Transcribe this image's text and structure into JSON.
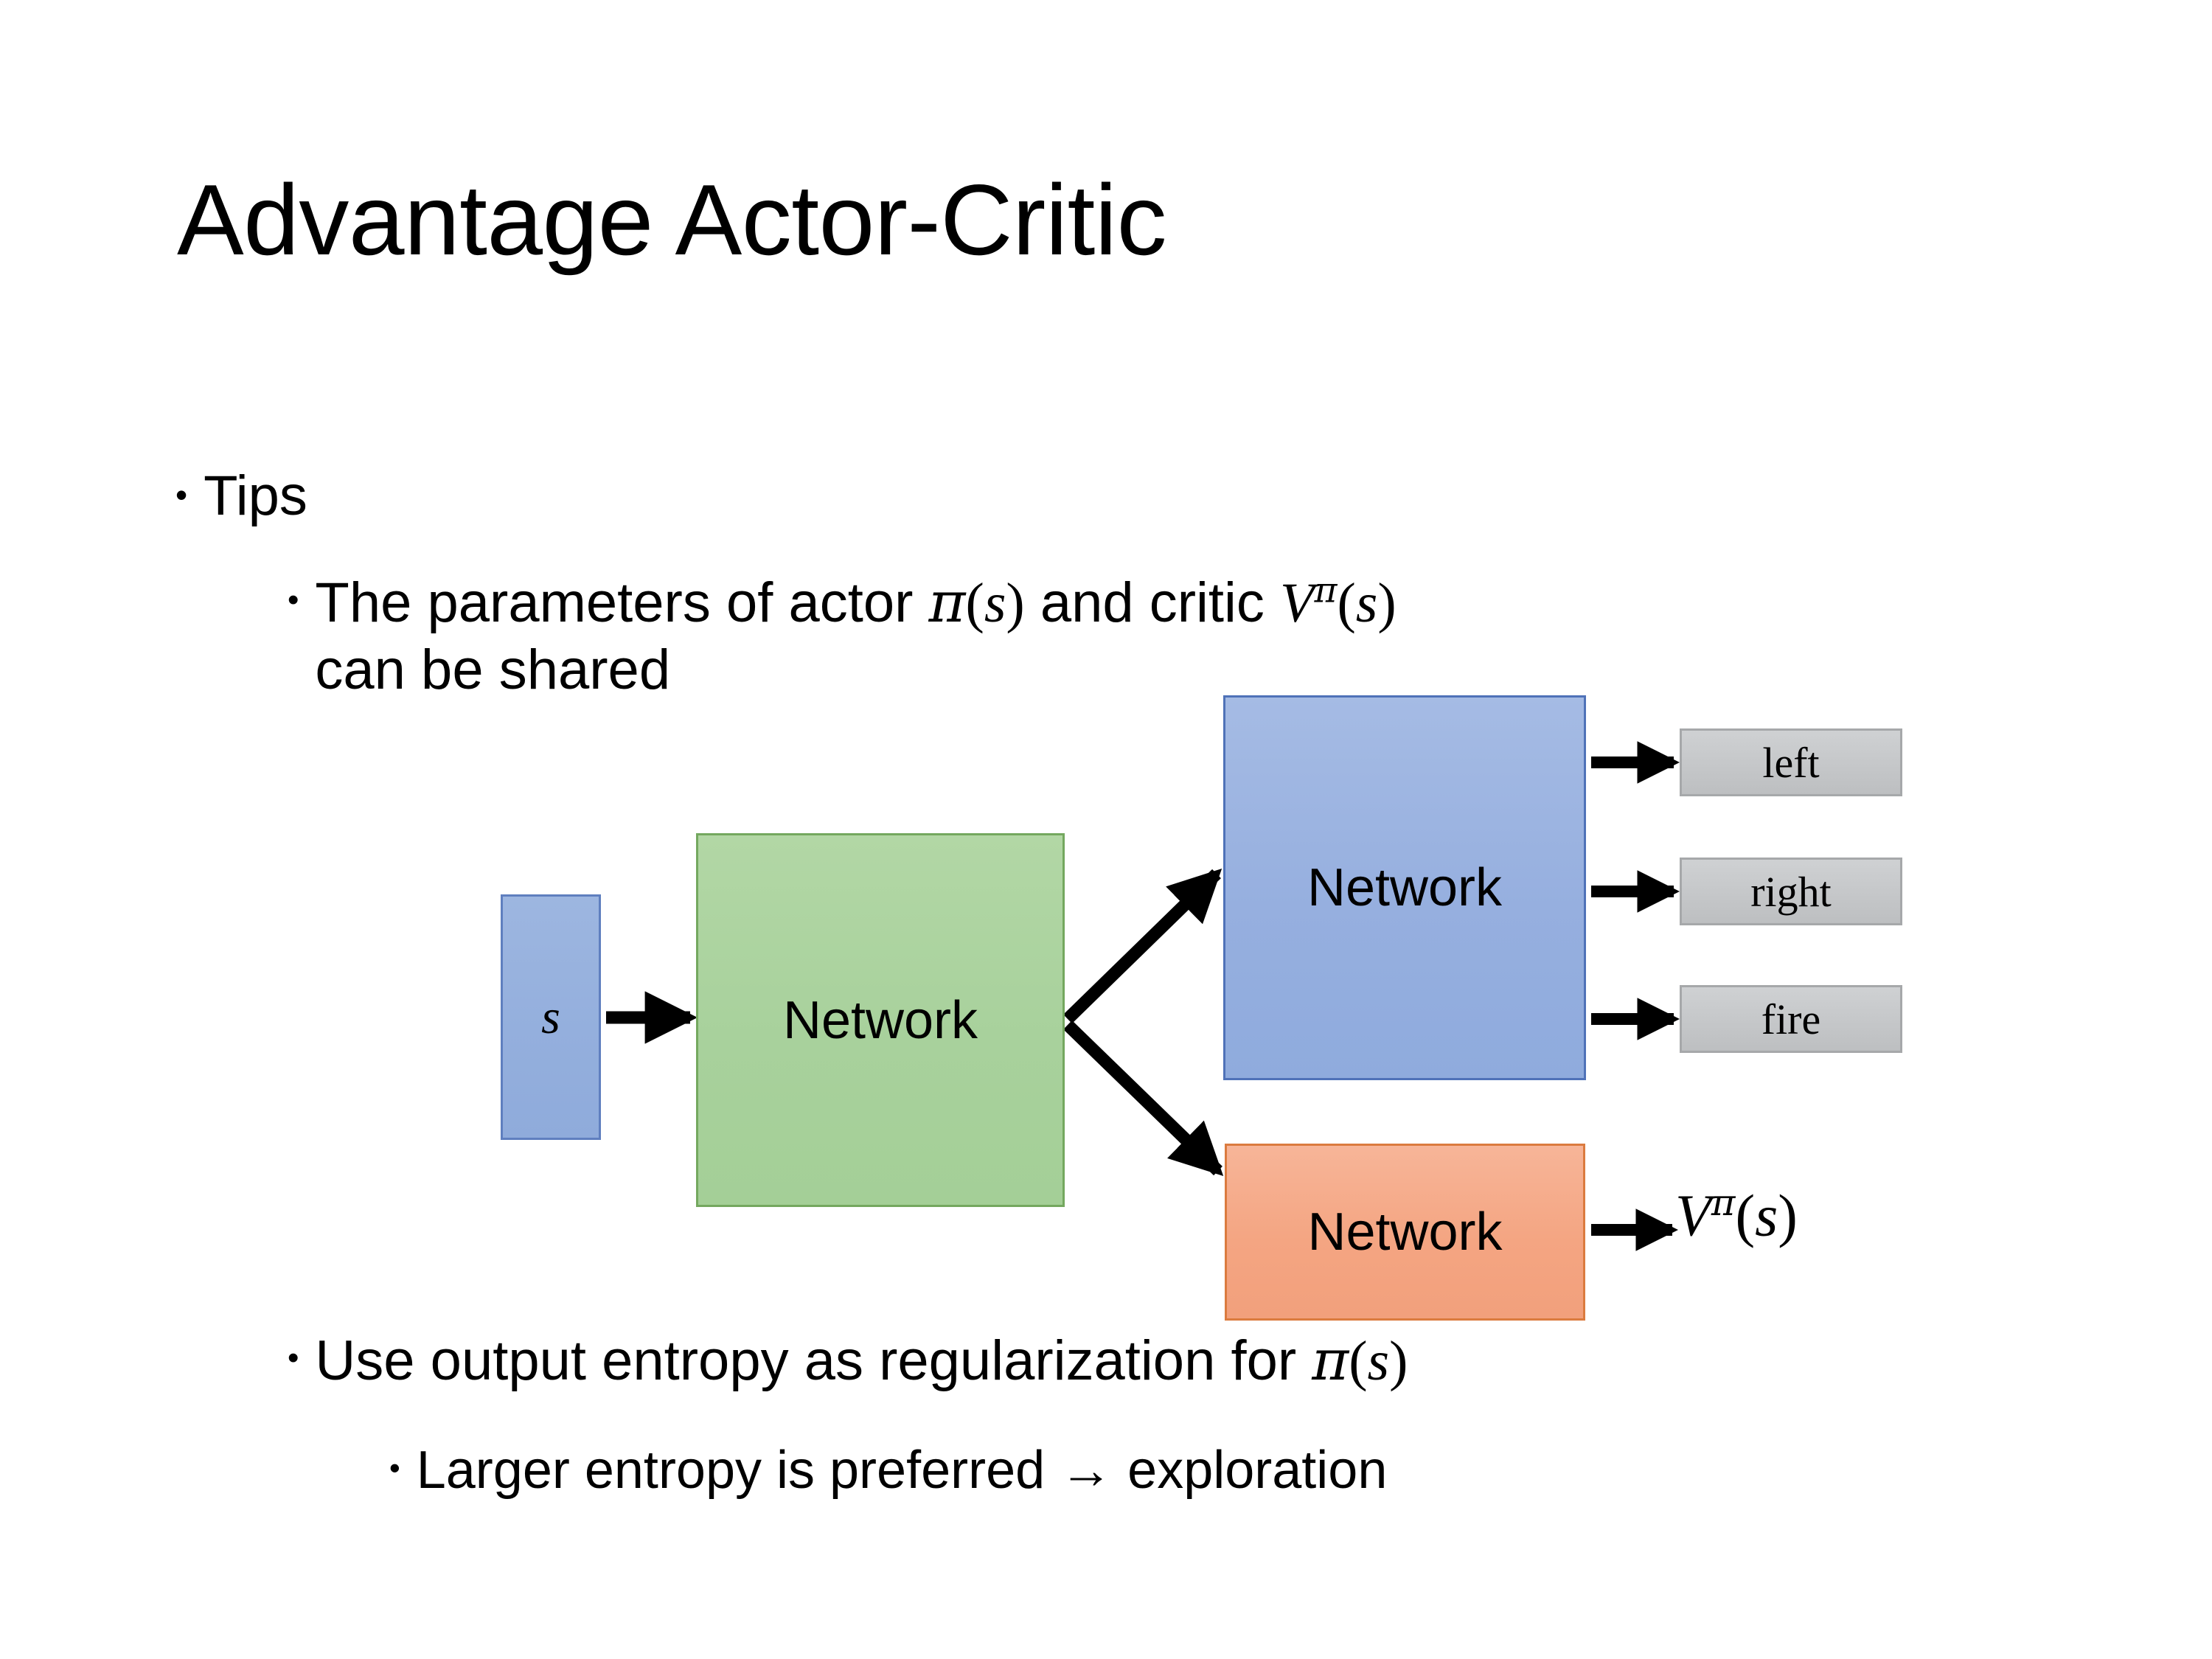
{
  "slide": {
    "title": "Advantage Actor-Critic"
  },
  "bullets": {
    "tips": {
      "marker": "•",
      "text": "Tips"
    },
    "parameters": {
      "marker": "•",
      "text_before": "The parameters of actor ",
      "actor_symbol": "π",
      "actor_arg": "s",
      "text_mid": "  and critic ",
      "critic_symbol": "V",
      "critic_superscript": "π",
      "critic_arg": "s",
      "line2": "can be shared"
    },
    "entropy": {
      "marker": "•",
      "text_before": "Use output entropy as regularization for ",
      "policy_symbol": "π",
      "policy_arg": "s"
    },
    "larger_entropy": {
      "marker": "•",
      "text": "Larger entropy is preferred → exploration"
    }
  },
  "diagram": {
    "input_node": {
      "label": "s",
      "color": "#94afdd",
      "border": "#5f7fbf"
    },
    "shared_network": {
      "label": "Network",
      "color": "#a8d19c",
      "border": "#74a85f"
    },
    "actor_network": {
      "label": "Network",
      "color": "#96afdf",
      "border": "#4f72b8"
    },
    "critic_network": {
      "label": "Network",
      "color": "#f4a582",
      "border": "#db7b3f"
    },
    "action_outputs": [
      {
        "label": "left",
        "color": "#c5c7c9"
      },
      {
        "label": "right",
        "color": "#c5c7c9"
      },
      {
        "label": "fire",
        "color": "#c5c7c9"
      }
    ],
    "value_output": {
      "symbol": "V",
      "superscript": "π",
      "arg": "s"
    },
    "arrow_color": "#000000"
  }
}
